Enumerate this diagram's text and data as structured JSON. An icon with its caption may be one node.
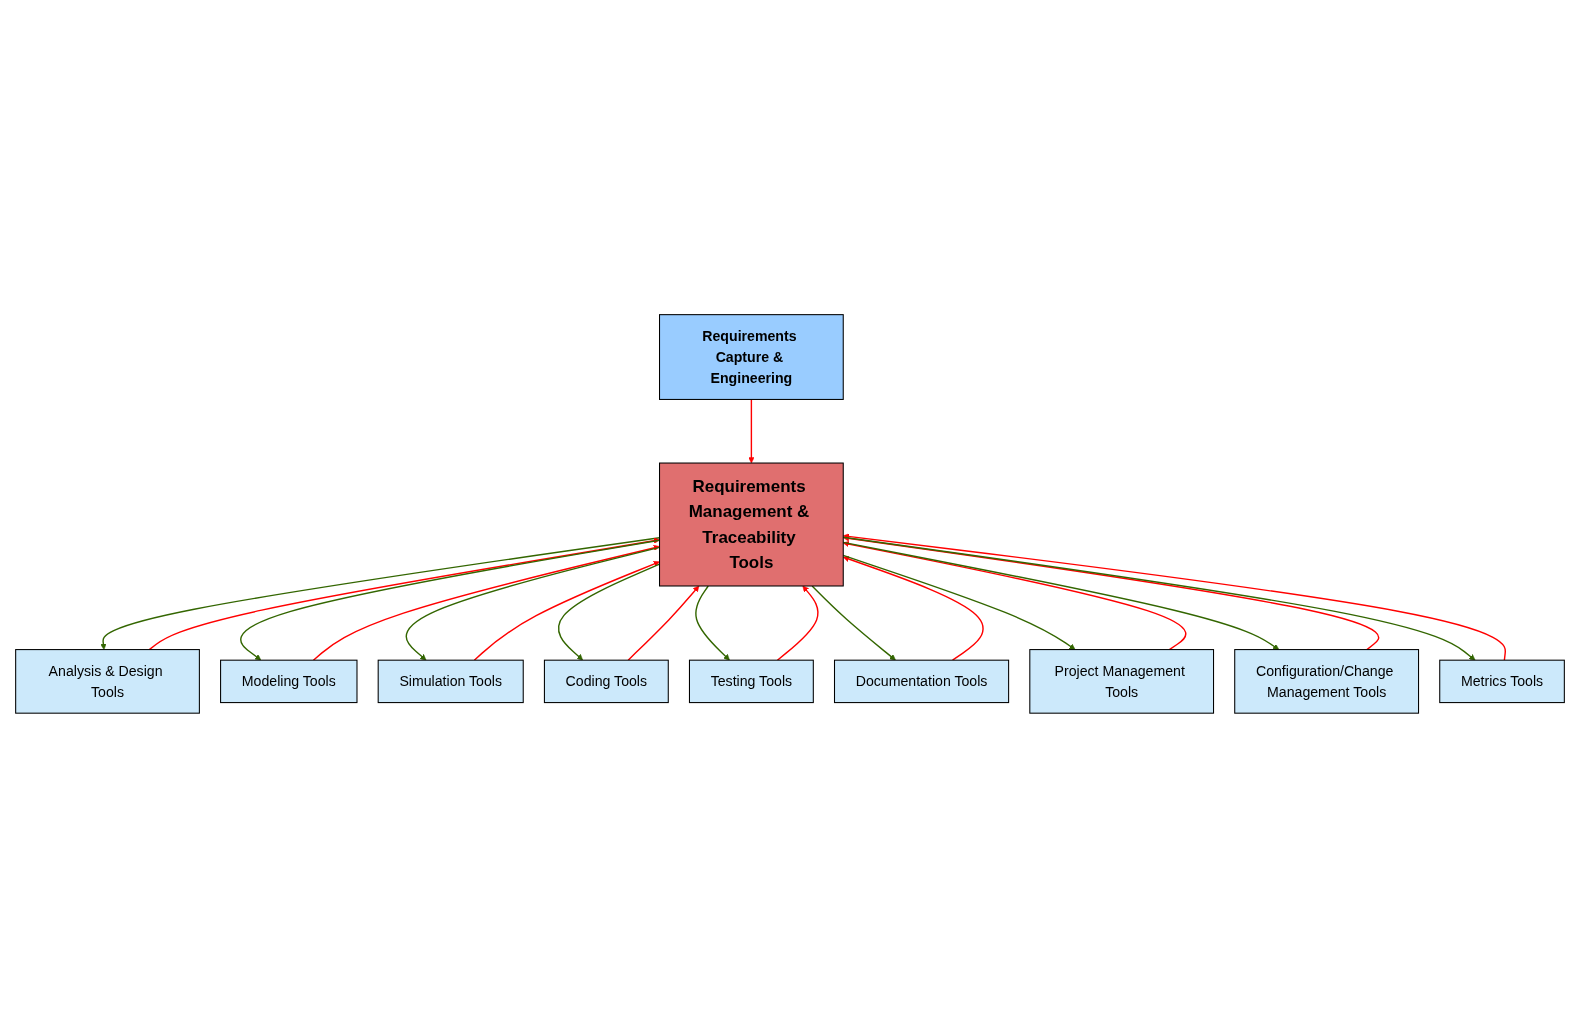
{
  "diagram": {
    "nodes": [
      {
        "text": [
          "Requirements Capture & Engineering"
        ]
      },
      {
        "text": [
          "Analysis & Design Tools"
        ]
      },
      {
        "text": [
          "Modeling Tools"
        ]
      },
      {
        "text": [
          "Simulation Tools"
        ]
      },
      {
        "text": [
          "Coding Tools"
        ]
      },
      {
        "text": [
          "Testing Tools"
        ]
      },
      {
        "text": [
          "Requirements Management & Traceability Tools"
        ]
      },
      {
        "text": [
          "Documentation Tools"
        ]
      },
      {
        "text": [
          "Project Management Tools"
        ]
      },
      {
        "text": [
          "Configuration/Change Management Tools"
        ]
      },
      {
        "text": [
          "Metrics Tools"
        ]
      }
    ],
    "edges": [
      {
        "from": 0,
        "to": 6,
        "arrow": "to",
        "color": "#ff0000"
      },
      {
        "from": 6,
        "to": 1,
        "arrow": "to",
        "color": "#336600"
      },
      {
        "from": 1,
        "to": 6,
        "arrow": "to",
        "color": "#ff0000"
      },
      {
        "from": 6,
        "to": 2,
        "arrow": "to",
        "color": "#336600"
      },
      {
        "from": 2,
        "to": 6,
        "arrow": "to",
        "color": "#ff0000"
      },
      {
        "from": 6,
        "to": 3,
        "arrow": "to",
        "color": "#336600"
      },
      {
        "from": 3,
        "to": 6,
        "arrow": "to",
        "color": "#ff0000"
      },
      {
        "from": 6,
        "to": 4,
        "arrow": "to",
        "color": "#336600"
      },
      {
        "from": 4,
        "to": 6,
        "arrow": "to",
        "color": "#ff0000"
      },
      {
        "from": 6,
        "to": 5,
        "arrow": "to",
        "color": "#336600"
      },
      {
        "from": 5,
        "to": 6,
        "arrow": "to",
        "color": "#ff0000"
      },
      {
        "from": 7,
        "to": 6,
        "arrow": "to",
        "color": "#ff0000"
      },
      {
        "from": 6,
        "to": 7,
        "arrow": "to",
        "color": "#336600"
      },
      {
        "from": 8,
        "to": 6,
        "arrow": "to",
        "color": "#ff0000"
      },
      {
        "from": 6,
        "to": 8,
        "arrow": "to",
        "color": "#336600"
      },
      {
        "from": 9,
        "to": 6,
        "arrow": "to",
        "color": "#ff0000"
      },
      {
        "from": 6,
        "to": 9,
        "arrow": "to",
        "color": "#336600"
      },
      {
        "from": 10,
        "to": 6,
        "arrow": "to",
        "color": "#ff0000"
      },
      {
        "from": 6,
        "to": 10,
        "arrow": "to",
        "color": "#336600"
      }
    ]
  }
}
